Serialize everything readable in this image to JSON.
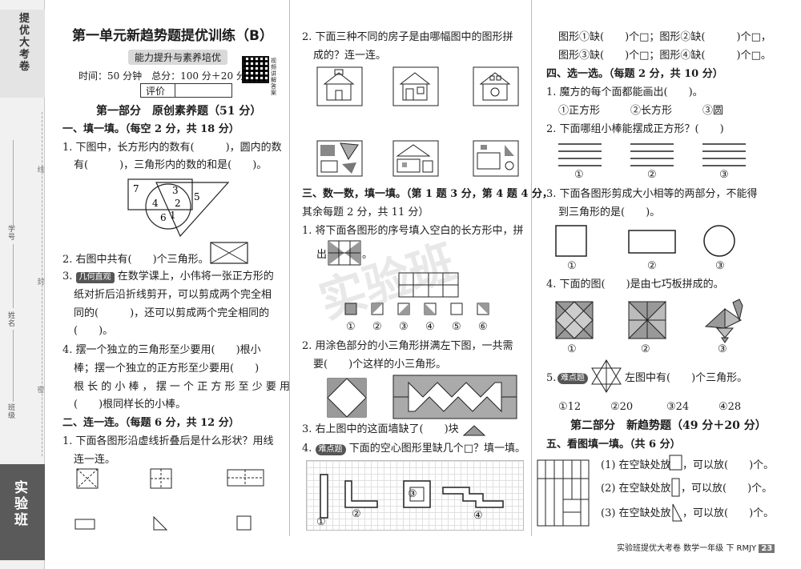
{
  "sidebar": {
    "brand_top": "提优大考卷",
    "brand_bottom": "实验班",
    "seal_words": [
      "线",
      "封",
      "密"
    ],
    "labels": [
      "学号",
      "姓名",
      "班级"
    ]
  },
  "header": {
    "title": "第一单元新趋势题提优训练（B）",
    "subtitle": "能力提升与素养培优",
    "time_score": "时间：50 分钟　总分：100 分＋20 分",
    "eval_label": "评价",
    "qr_caption": "视频讲解答案"
  },
  "part1": {
    "heading": "第一部分　原创素养题（51 分）",
    "sec1": "一、填一填。（每空 2 分，共 18 分）",
    "q1_l1": "1. 下图中，长方形内的数有(　　　)，圆内的数",
    "q1_l2": "有(　　　)，三角形内的数的和是(　　)。",
    "fig_nums": [
      "7",
      "3",
      "4",
      "2",
      "5",
      "1",
      "6"
    ],
    "q2": "2. 右图中共有(　　)个三角形。",
    "q3_tag": "几何直观",
    "q3_l1": "在数学课上，小伟将一张正方形的",
    "q3_l2": "纸对折后沿折线剪开，可以剪成两个完全相",
    "q3_l3": "同的(　　　)，还可以剪成两个完全相同的",
    "q3_l4": "(　　)。",
    "q4_l1": "4. 摆一个独立的三角形至少要用(　　)根小",
    "q4_l2": "棒；摆一个独立的正方形至少要用(　　)",
    "q4_l3": "根 长 的 小 棒 ， 摆 一 个 正 方 形 至 少 要 用",
    "q4_l4": "(　　)根同样长的小棒。",
    "sec2": "二、连一连。（每题 6 分，共 12 分）",
    "c1_l1": "1. 下面各图形沿虚线折叠后是什么形状？用线",
    "c1_l2": "连一连。"
  },
  "mid": {
    "c2_l1": "2. 下面三种不同的房子是由哪幅图中的图形拼",
    "c2_l2": "成的？连一连。",
    "sec3_l1": "三、数一数，填一填。（第 1 题 3 分，第 4 题 4 分，",
    "sec3_l2": "其余每题 2 分，共 11 分）",
    "n1": "1. 将下面各图形的序号填入空白的长方形中，拼",
    "n1_out": "出",
    "n1_end": "。",
    "n_opts": [
      "①",
      "②",
      "③",
      "④",
      "⑤",
      "⑥"
    ],
    "n2_l1": "2. 用涂色部分的小三角形拼满左下图，一共需",
    "n2_l2": "要(　　)个这样的小三角形。",
    "n3": "3. 右上图中的这面墙缺了(　　)块",
    "n4_tag": "难点题",
    "n4": "下面的空心图形里缺几个□？填一填。",
    "grid_nums": [
      "①",
      "②",
      "③",
      "④"
    ]
  },
  "right": {
    "r1": "图形①缺(　　)个□；图形②缺(　　　)个□，",
    "r2": "图形③缺(　　)个□；图形④缺(　　　)个□。",
    "sec4": "四、选一选。（每题 2 分，共 10 分）",
    "s1": "1. 魔方的每个面都能画出(　　)。",
    "s1_opts": [
      "①正方形",
      "②长方形",
      "③圆"
    ],
    "s2": "2. 下面哪组小棒能摆成正方形？(　　)",
    "s2_opts": [
      "①",
      "②",
      "③"
    ],
    "s3_l1": "3. 下面各图形剪成大小相等的两部分，不能得",
    "s3_l2": "到三角形的是(　　)。",
    "s3_opts": [
      "①",
      "②",
      "③"
    ],
    "s4": "4. 下面的图(　　)是由七巧板拼成的。",
    "s4_opts": [
      "①",
      "②",
      "③"
    ],
    "s5_num": "5.",
    "s5_tag": "难点题",
    "s5": "左图中有(　　)个三角形。",
    "s5_opts": [
      "①12",
      "②20",
      "③24",
      "④28"
    ],
    "part2": "第二部分　新趋势题（49 分＋20 分）",
    "sec5": "五、看图填一填。（共 6 分）",
    "f1": "(1) 在空缺处放",
    "f1_end": "，可以放(　　)个。",
    "f2": "(2) 在空缺处放",
    "f2_end": "，可以放(　　)个。",
    "f3": "(3) 在空缺处放",
    "f3_end": "，可以放(　　)个。"
  },
  "footer": {
    "text": "实验班提优大考卷 数学一年级 下 RMJY",
    "page": "23"
  },
  "watermark": "实验班"
}
